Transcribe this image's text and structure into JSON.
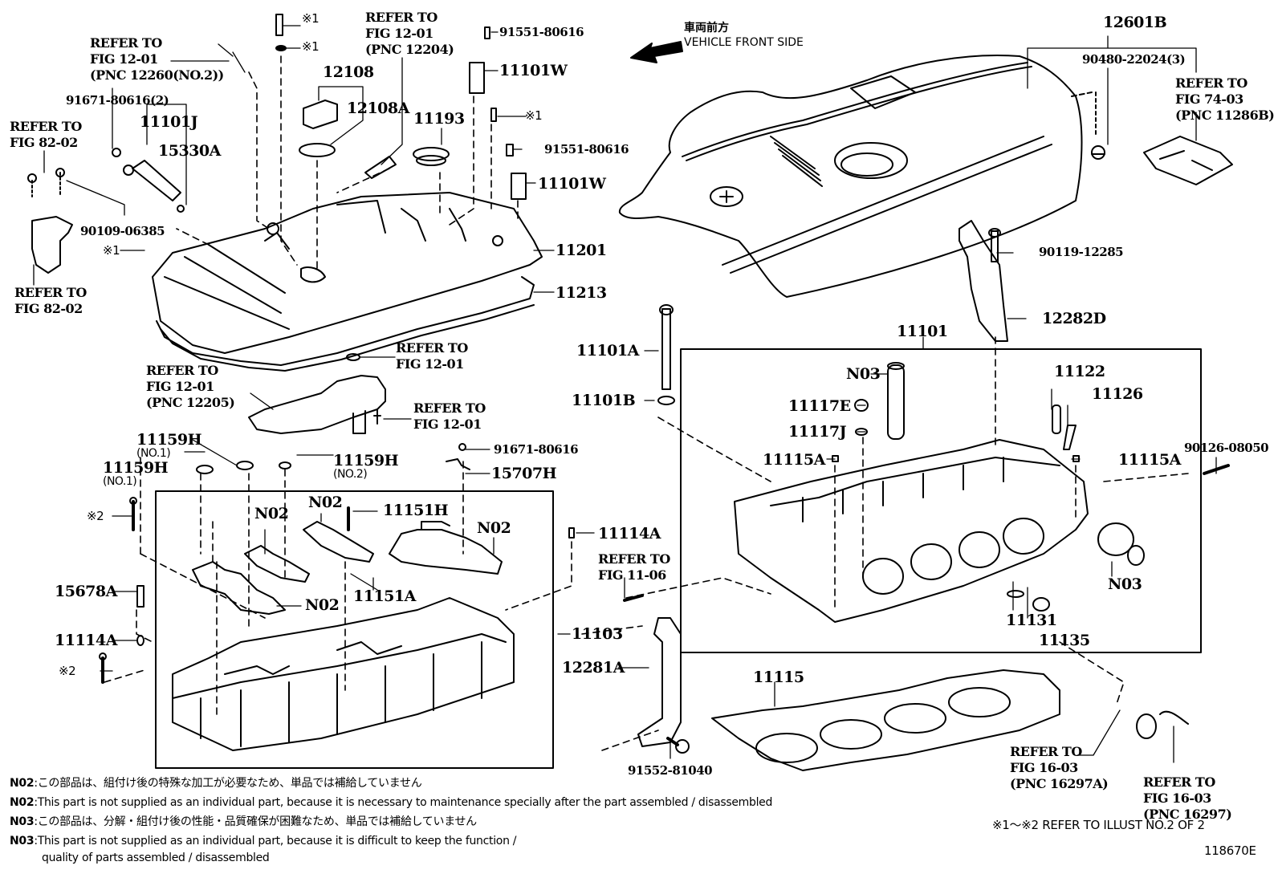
{
  "diagram": {
    "illustration_number": "118670E",
    "direction": {
      "jp": "車両前方",
      "en": "VEHICLE FRONT SIDE",
      "arrow": "left-arrow"
    },
    "symbol_note": "※1～※2  REFER TO ILLUST NO.2 OF 2",
    "callouts": {
      "ref_fig1201_pnc12260": {
        "l1": "REFER TO",
        "l2": "FIG 12-01",
        "l3": "(PNC 12260(NO.2))"
      },
      "p91671_80616_2": "91671-80616(2)",
      "p11101J": "11101J",
      "p15330A": "15330A",
      "ref_fig8202_a": {
        "l1": "REFER TO",
        "l2": "FIG 82-02"
      },
      "p90109_06385": "90109-06385",
      "mark1_a": "※1",
      "ref_fig8202_b": {
        "l1": "REFER TO",
        "l2": "FIG 82-02"
      },
      "mark1_b": "※1",
      "mark1_c": "※1",
      "p12108": "12108",
      "p12108A": "12108A",
      "ref_fig1201_pnc12204": {
        "l1": "REFER TO",
        "l2": "FIG 12-01",
        "l3": "(PNC 12204)"
      },
      "p11193": "11193",
      "p91551_80616_a": "91551-80616",
      "p11101W_a": "11101W",
      "mark1_d": "※1",
      "p91551_80616_b": "91551-80616",
      "p11101W_b": "11101W",
      "p11201": "11201",
      "p11213": "11213",
      "ref_fig1201_ring": {
        "l1": "REFER TO",
        "l2": "FIG 12-01"
      },
      "ref_fig1201_pnc12205": {
        "l1": "REFER TO",
        "l2": "FIG 12-01",
        "l3": "(PNC 12205)"
      },
      "ref_fig1201_bolt": {
        "l1": "REFER TO",
        "l2": "FIG 12-01"
      },
      "p11159H_no1_a": {
        "num": "11159H",
        "sub": "(NO.1)"
      },
      "p11159H_no1_b": {
        "num": "11159H",
        "sub": "(NO.1)"
      },
      "p11159H_no2": {
        "num": "11159H",
        "sub": "(NO.2)"
      },
      "p91671_80616": "91671-80616",
      "p15707H": "15707H",
      "mark2_a": "※2",
      "n02_a": "N02",
      "n02_b": "N02",
      "p11151H": "11151H",
      "n02_c": "N02",
      "n02_d": "N02",
      "p11151A": "11151A",
      "p15678A": "15678A",
      "p11114A_a": "11114A",
      "mark2_b": "※2",
      "p11114A_b": "11114A",
      "ref_fig1106": {
        "l1": "REFER TO",
        "l2": "FIG 11-06"
      },
      "p11103": "11103",
      "p12281A": "12281A",
      "p91552_81040": "91552-81040",
      "p11115": "11115",
      "p12601B": "12601B",
      "p90480_22024_3": "90480-22024(3)",
      "ref_fig7403": {
        "l1": "REFER TO",
        "l2": "FIG 74-03",
        "l3": "(PNC 11286B)"
      },
      "p90119_12285": "90119-12285",
      "p12282D": "12282D",
      "p11101A": "11101A",
      "p11101B": "11101B",
      "p11101": "11101",
      "n03_a": "N03",
      "p11117E": "11117E",
      "p11117J": "11117J",
      "p11115A_a": "11115A",
      "p11122": "11122",
      "p11126": "11126",
      "p11115A_b": "11115A",
      "p90126_08050": "90126-08050",
      "n03_b": "N03",
      "p11131": "11131",
      "p11135": "11135",
      "ref_fig1603_a": {
        "l1": "REFER TO",
        "l2": "FIG 16-03",
        "l3": "(PNC 16297A)"
      },
      "ref_fig1603_b": {
        "l1": "REFER TO",
        "l2": "FIG 16-03",
        "l3": "(PNC 16297)"
      }
    },
    "footnotes": [
      {
        "code": "N02",
        "text": ":この部品は、組付け後の特殊な加工が必要なため、単品では補給していません"
      },
      {
        "code": "N02",
        "text": ":This part is not supplied as an individual part, because it is necessary to maintenance specially after the part assembled / disassembled"
      },
      {
        "code": "N03",
        "text": ":この部品は、分解・組付け後の性能・品質確保が困難なため、単品では補給していません"
      },
      {
        "code": "N03",
        "text": ":This part is not supplied as an individual part, because it is difficult to keep the function /"
      },
      {
        "code": "",
        "text": "quality of parts  assembled / disassembled"
      }
    ]
  }
}
